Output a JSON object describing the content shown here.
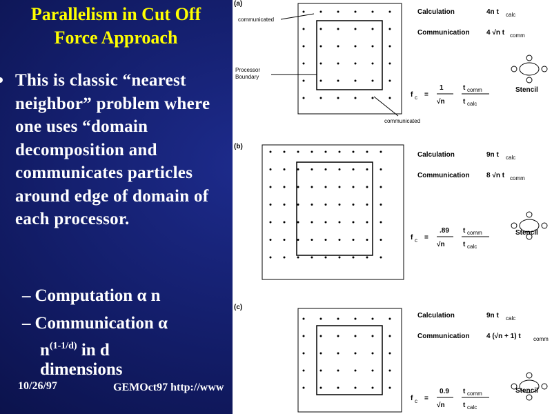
{
  "slide": {
    "title_line1": "Parallelism in Cut Off",
    "title_line2": "Force Approach",
    "main_bullet": "This is classic “nearest neighbor” problem where one uses “domain decomposition and communicates particles around edge of domain of each processor.",
    "sub1_label": "Computation",
    "sub1_symbol": "α",
    "sub1_tail": "n",
    "sub2_label": "Communication",
    "sub2_symbol": "α",
    "sub2_base": "n",
    "sub2_exponent": "(1-1/d)",
    "sub2_tail": " in d",
    "sub2_line2": "dimensions",
    "footer_date": "10/26/97",
    "footer_url": "GEMOct97 http://www"
  },
  "figure": {
    "panels": [
      {
        "tag": "(a)",
        "calc_label": "Calculation",
        "calc_expr": "4n t",
        "calc_sub": "calc",
        "comm_label": "Communication",
        "comm_expr": "4 √n t",
        "comm_sub": "comm",
        "fc_label": "f",
        "fc_sub": "c",
        "fc_coef": "1",
        "fc_root": "√n",
        "ratio_top": "t",
        "ratio_top_sub": "comm",
        "ratio_bot": "t",
        "ratio_bot_sub": "calc",
        "stencil": "Stencil",
        "annot_top": "communicated",
        "annot_proc1": "Processor",
        "annot_proc2": "Boundary",
        "annot_bottom": "communicated"
      },
      {
        "tag": "(b)",
        "calc_label": "Calculation",
        "calc_expr": "9n t",
        "calc_sub": "calc",
        "comm_label": "Communication",
        "comm_expr": "8 √n t",
        "comm_sub": "comm",
        "fc_label": "f",
        "fc_sub": "c",
        "fc_coef": ".89",
        "fc_root": "√n",
        "ratio_top": "t",
        "ratio_top_sub": "comm",
        "ratio_bot": "t",
        "ratio_bot_sub": "calc",
        "stencil": "Stencil"
      },
      {
        "tag": "(c)",
        "calc_label": "Calculation",
        "calc_expr": "9n t",
        "calc_sub": "calc",
        "comm_label": "Communication",
        "comm_expr": "4 (√n + 1) t",
        "comm_sub": "comm",
        "fc_label": "f",
        "fc_sub": "c",
        "fc_coef": "0.9",
        "fc_root": "√n",
        "ratio_top": "t",
        "ratio_top_sub": "comm",
        "ratio_bot": "t",
        "ratio_bot_sub": "calc",
        "stencil": "Stencil"
      }
    ]
  }
}
